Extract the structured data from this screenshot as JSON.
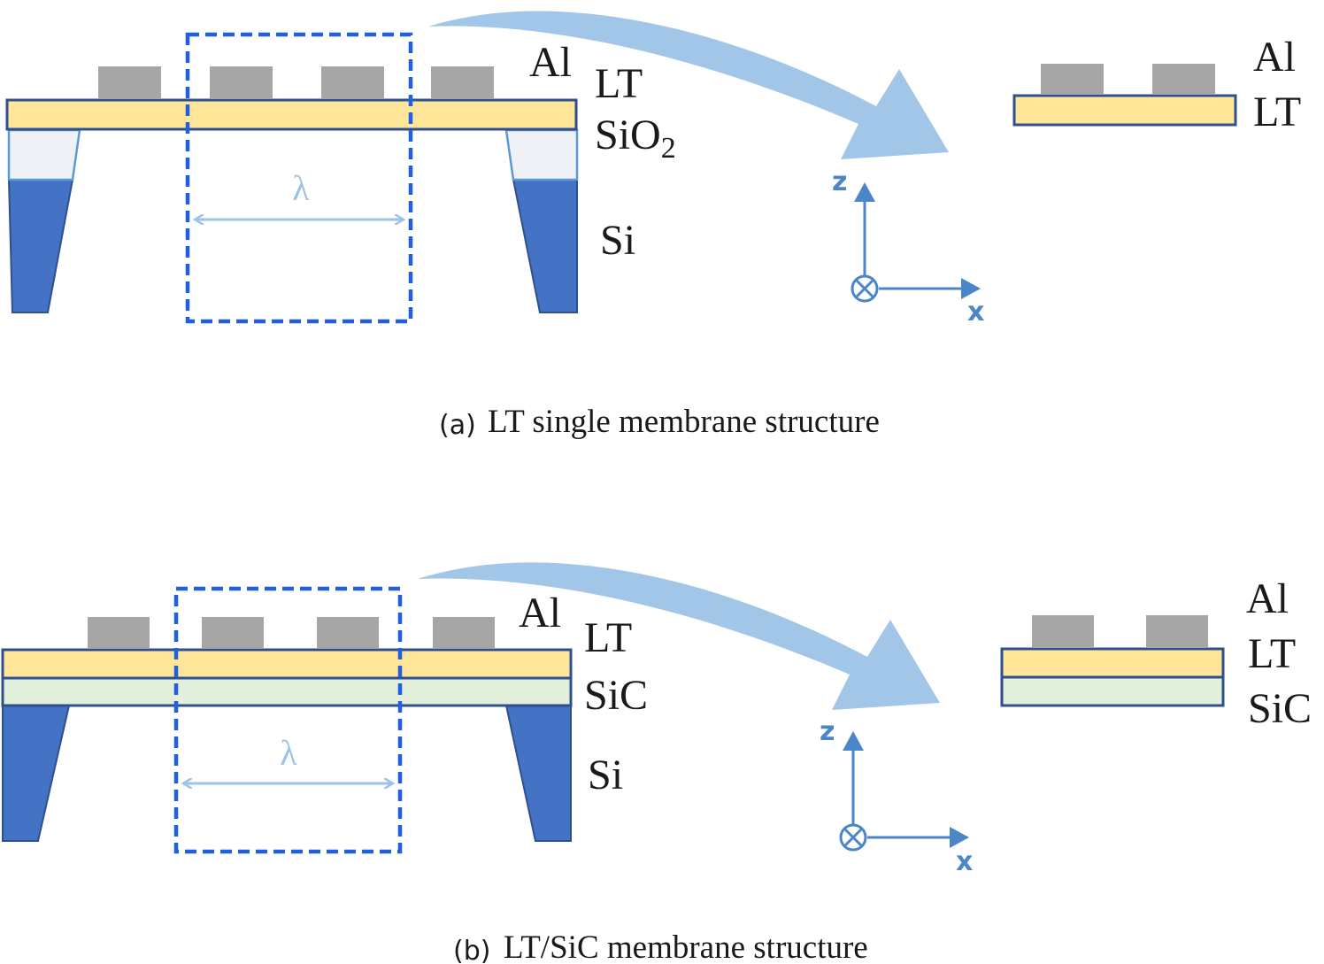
{
  "panel_a": {
    "caption_tag": "(a)",
    "caption_text": "LT single membrane structure",
    "left": {
      "al": "Al",
      "lt": "LT",
      "sio2": "SiO",
      "sio2_sub": "2",
      "si": "Si",
      "lambda": "λ"
    },
    "right": {
      "al": "Al",
      "lt": "LT"
    },
    "axes": {
      "z": "z",
      "x": "x"
    }
  },
  "panel_b": {
    "caption_tag": "(b)",
    "caption_text": "LT/SiC membrane structure",
    "left": {
      "al": "Al",
      "lt": "LT",
      "sic": "SiC",
      "si": "Si",
      "lambda": "λ"
    },
    "right": {
      "al": "Al",
      "lt": "LT",
      "sic": "SiC"
    },
    "axes": {
      "z": "z",
      "x": "x"
    }
  },
  "colors": {
    "aluminum": "#a6a6a6",
    "lithium_tantalate": "#ffe699",
    "silicon_carbide": "#e2efda",
    "silicon_dioxide": "#eef1f6",
    "silicon": "#4472c4",
    "outline": "#2f4f8f",
    "unit_cell_box": "#1f5fe0",
    "arrow": "#9dc3e6",
    "axes": "#4a86c8"
  }
}
